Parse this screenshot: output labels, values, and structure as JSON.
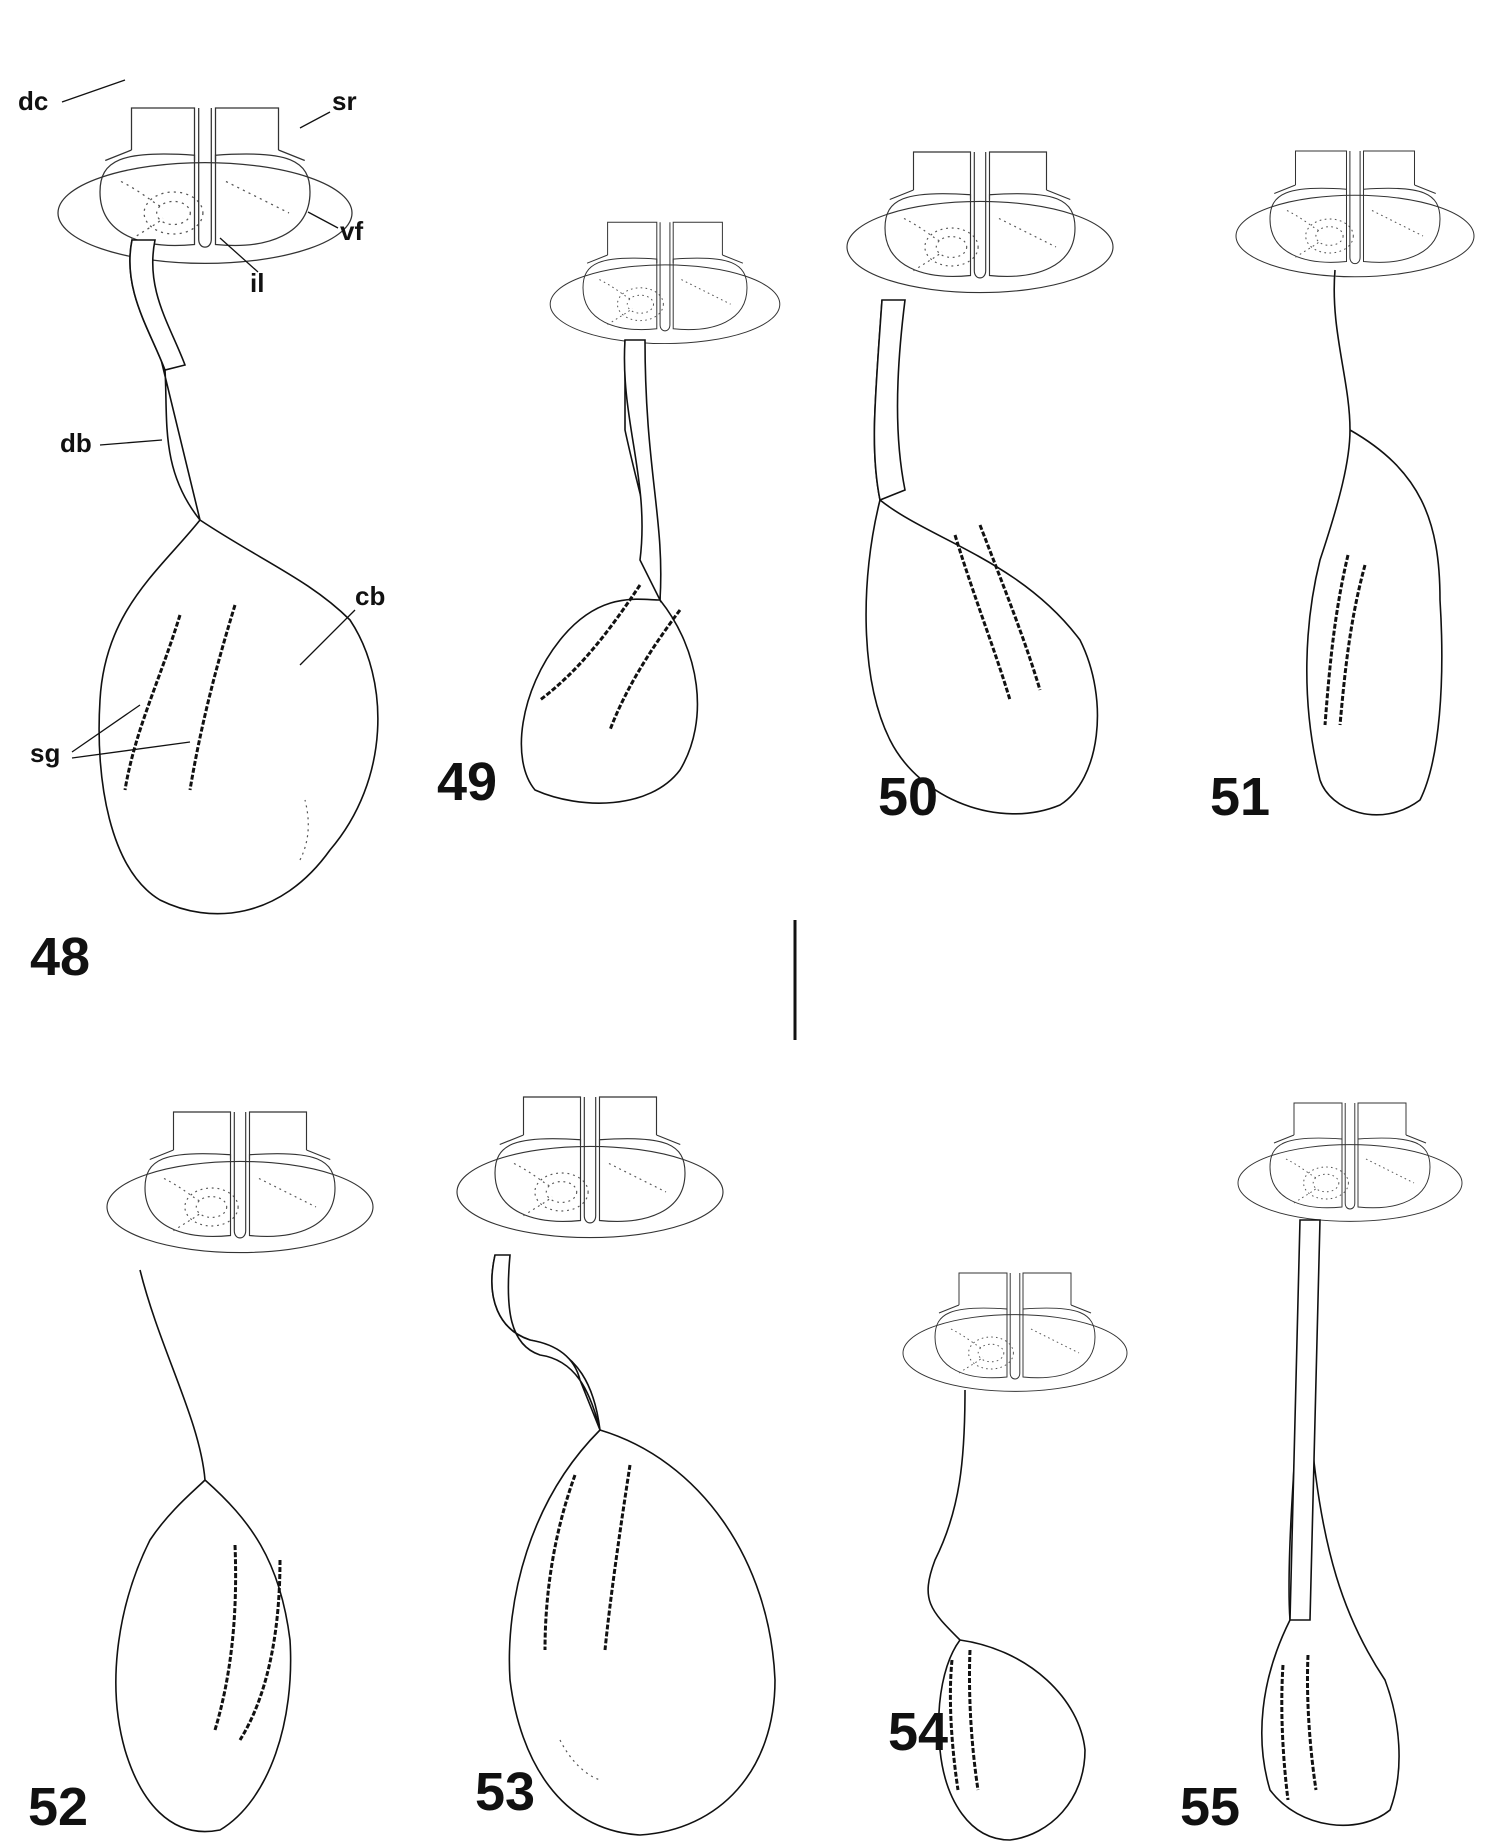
{
  "figure_numbers": {
    "f48": "48",
    "f49": "49",
    "f50": "50",
    "f51": "51",
    "f52": "52",
    "f53": "53",
    "f54": "54",
    "f55": "55"
  },
  "labels": {
    "dc": "dc",
    "sr": "sr",
    "vf": "vf",
    "il": "il",
    "db": "db",
    "cb": "cb",
    "sg": "sg"
  },
  "colors": {
    "ink": "#111111",
    "background": "#ffffff"
  }
}
